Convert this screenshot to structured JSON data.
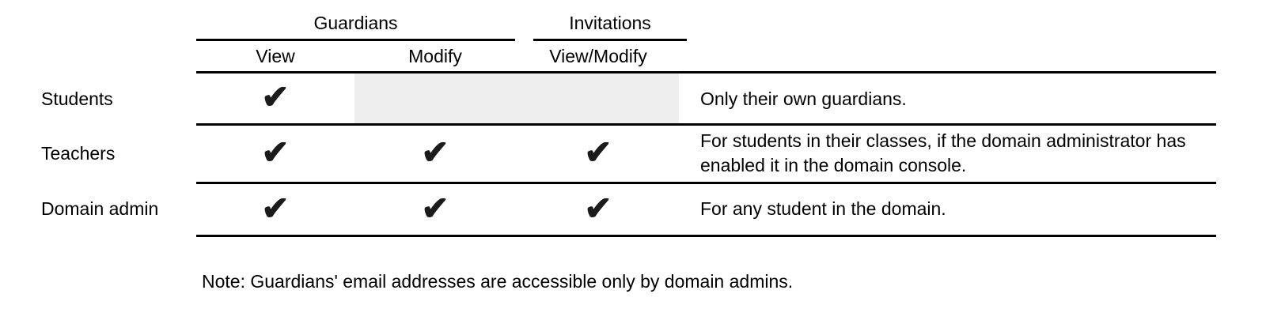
{
  "table": {
    "column_groups": [
      {
        "label": "Guardians"
      },
      {
        "label": "Invitations"
      }
    ],
    "sub_columns": [
      {
        "label": "View"
      },
      {
        "label": "Modify"
      },
      {
        "label": "View/Modify"
      }
    ],
    "rows": [
      {
        "label": "Students",
        "cells": [
          "✔",
          "",
          ""
        ],
        "note": "Only their own guardians."
      },
      {
        "label": "Teachers",
        "cells": [
          "✔",
          "✔",
          "✔"
        ],
        "note": "For students in their classes, if the domain administrator has enabled it in the domain console."
      },
      {
        "label": "Domain admin",
        "cells": [
          "✔",
          "✔",
          "✔"
        ],
        "note": "For any student in the domain."
      }
    ]
  },
  "footnote": "Note: Guardians' email addresses are accessible only by domain admins.",
  "colors": {
    "restricted_cell": "#eeeeee",
    "rule_line": "#000000",
    "text": "#000000",
    "checkmark": "#1b1b1b"
  }
}
